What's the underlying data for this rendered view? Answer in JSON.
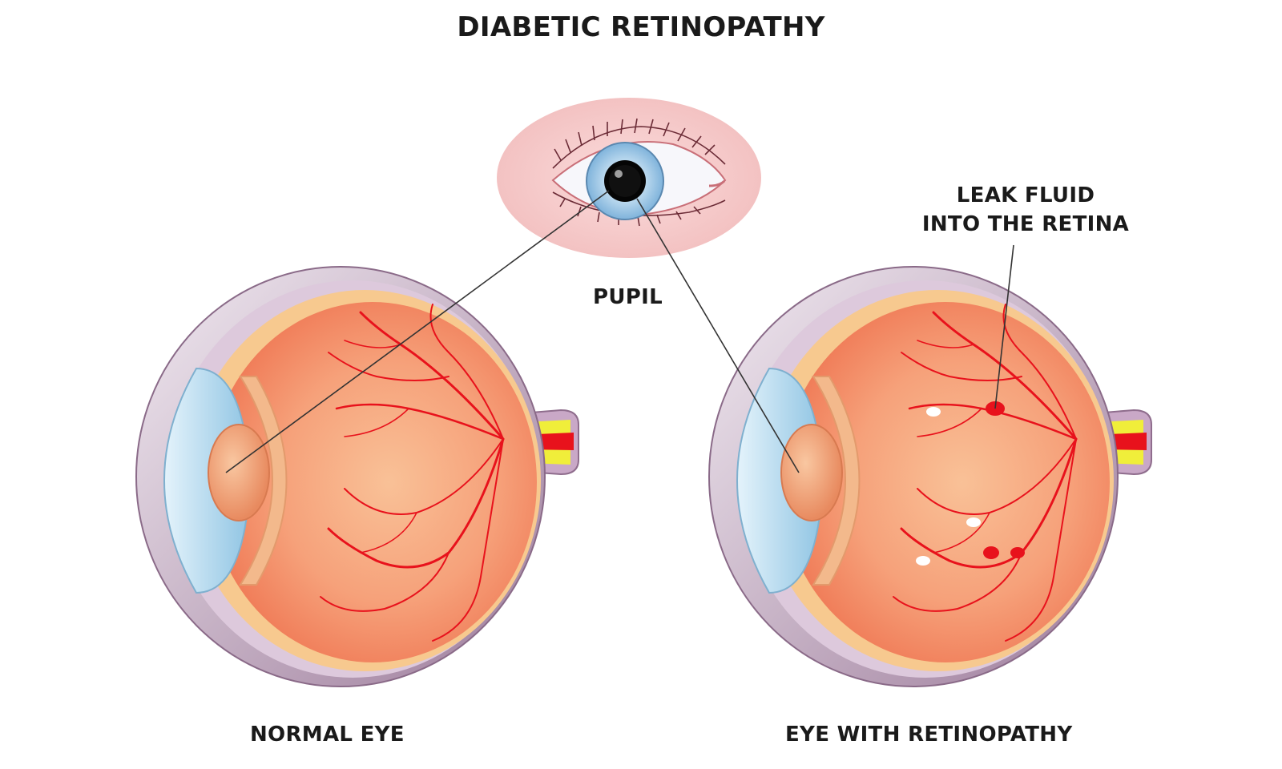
{
  "title": "DIABETIC RETINOPATHY",
  "labels": {
    "pupil": "PUPIL",
    "leak_line1": "LEAK FLUID",
    "leak_line2": "INTO THE RETINA",
    "normal_eye": "NORMAL EYE",
    "eye_with_retinopathy": "EYE WITH RETINOPATHY"
  },
  "colors": {
    "background": "#ffffff",
    "skin": "#f6cccc",
    "iris": "#9cc7e6",
    "sclera_rim": "#b89ab6",
    "retina": "#f4936a",
    "retina_light": "#f8b88e",
    "vessel": "#e8121c",
    "cornea": "#b8dcef",
    "nerve_yellow": "#f0ee3a",
    "exudate": "#ffffff"
  }
}
